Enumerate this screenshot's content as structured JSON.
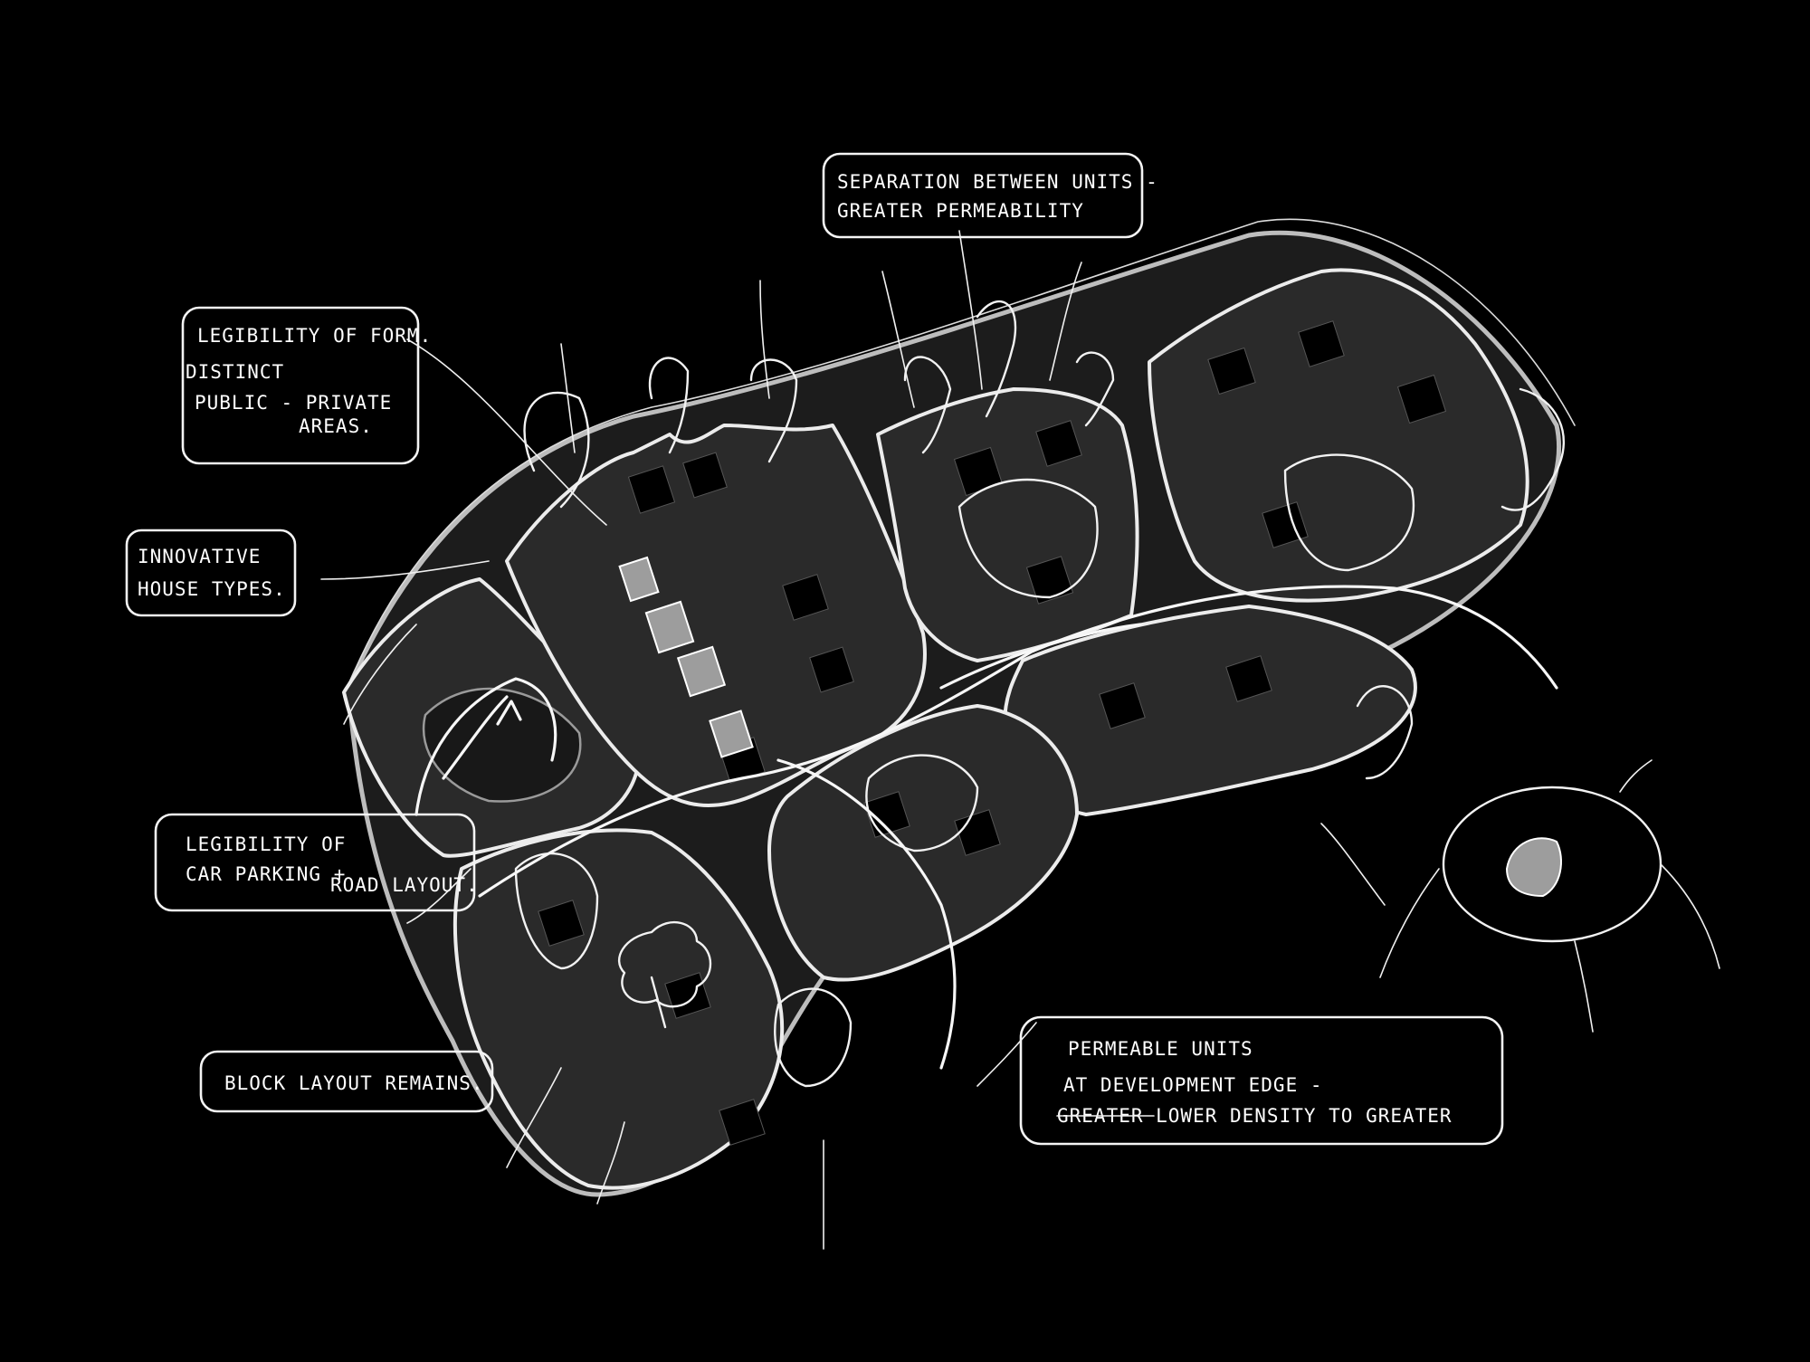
{
  "sketch": {
    "background": "#000000",
    "ink": "#ffffff",
    "notes": [
      {
        "id": "separation-note",
        "lines": [
          "SEPARATION BETWEEN UNITS -",
          "GREATER PERMEABILITY"
        ]
      },
      {
        "id": "legibility-form-note",
        "lines": [
          "LEGIBILITY OF FORM.",
          "DISTINCT",
          "PUBLIC - PRIVATE",
          "AREAS."
        ]
      },
      {
        "id": "house-types-note",
        "lines": [
          "INNOVATIVE",
          "HOUSE TYPES."
        ]
      },
      {
        "id": "car-parking-note",
        "lines": [
          "LEGIBILITY OF",
          "CAR PARKING +",
          "ROAD LAYOUT."
        ]
      },
      {
        "id": "block-layout-note",
        "lines": [
          "BLOCK LAYOUT REMAINS."
        ]
      },
      {
        "id": "permeable-note",
        "lines": [
          "PERMEABLE UNITS",
          "AT DEVELOPMENT EDGE -",
          "GREATER LOWER DENSITY TO GREATER"
        ]
      }
    ]
  }
}
